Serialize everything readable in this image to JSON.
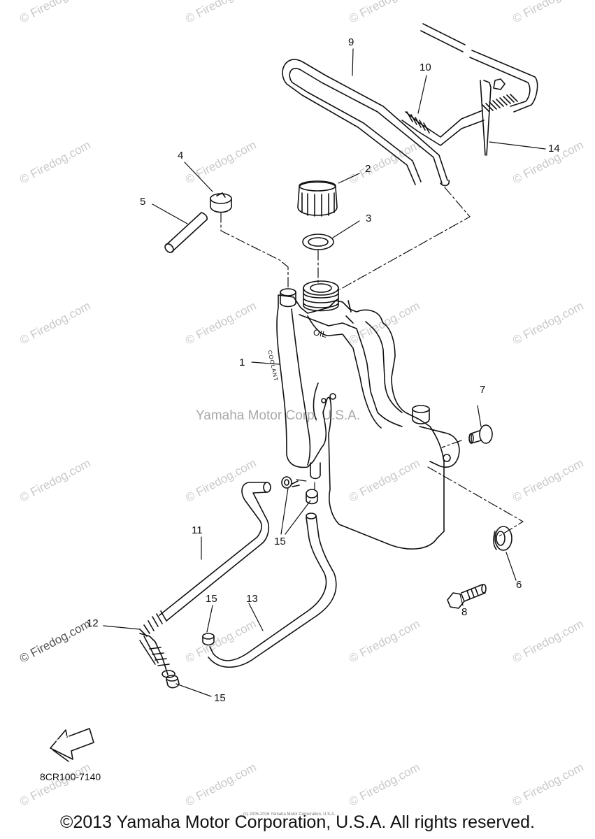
{
  "diagram": {
    "watermark": "© Firedog.com",
    "center_watermark": "Yamaha Motor Corp, U.S.A.",
    "part_code": "8CR100-7140",
    "fwd_label": "FWD",
    "tank_labels": {
      "oil": "OIL",
      "coolant": "COOLANT"
    },
    "callouts": {
      "c1": "1",
      "c2": "2",
      "c3": "3",
      "c4": "4",
      "c5": "5",
      "c6": "6",
      "c7": "7",
      "c8": "8",
      "c9": "9",
      "c10": "10",
      "c11": "11",
      "c12": "12",
      "c13": "13",
      "c14": "14",
      "c15a": "15",
      "c15b": "15",
      "c15c": "15"
    },
    "small_copyright": "(c) 2005-2016 Yamaha Motor Corporation, U.S.A.",
    "copyright": "©2013 Yamaha Motor Corporation, U.S.A. All rights reserved."
  }
}
